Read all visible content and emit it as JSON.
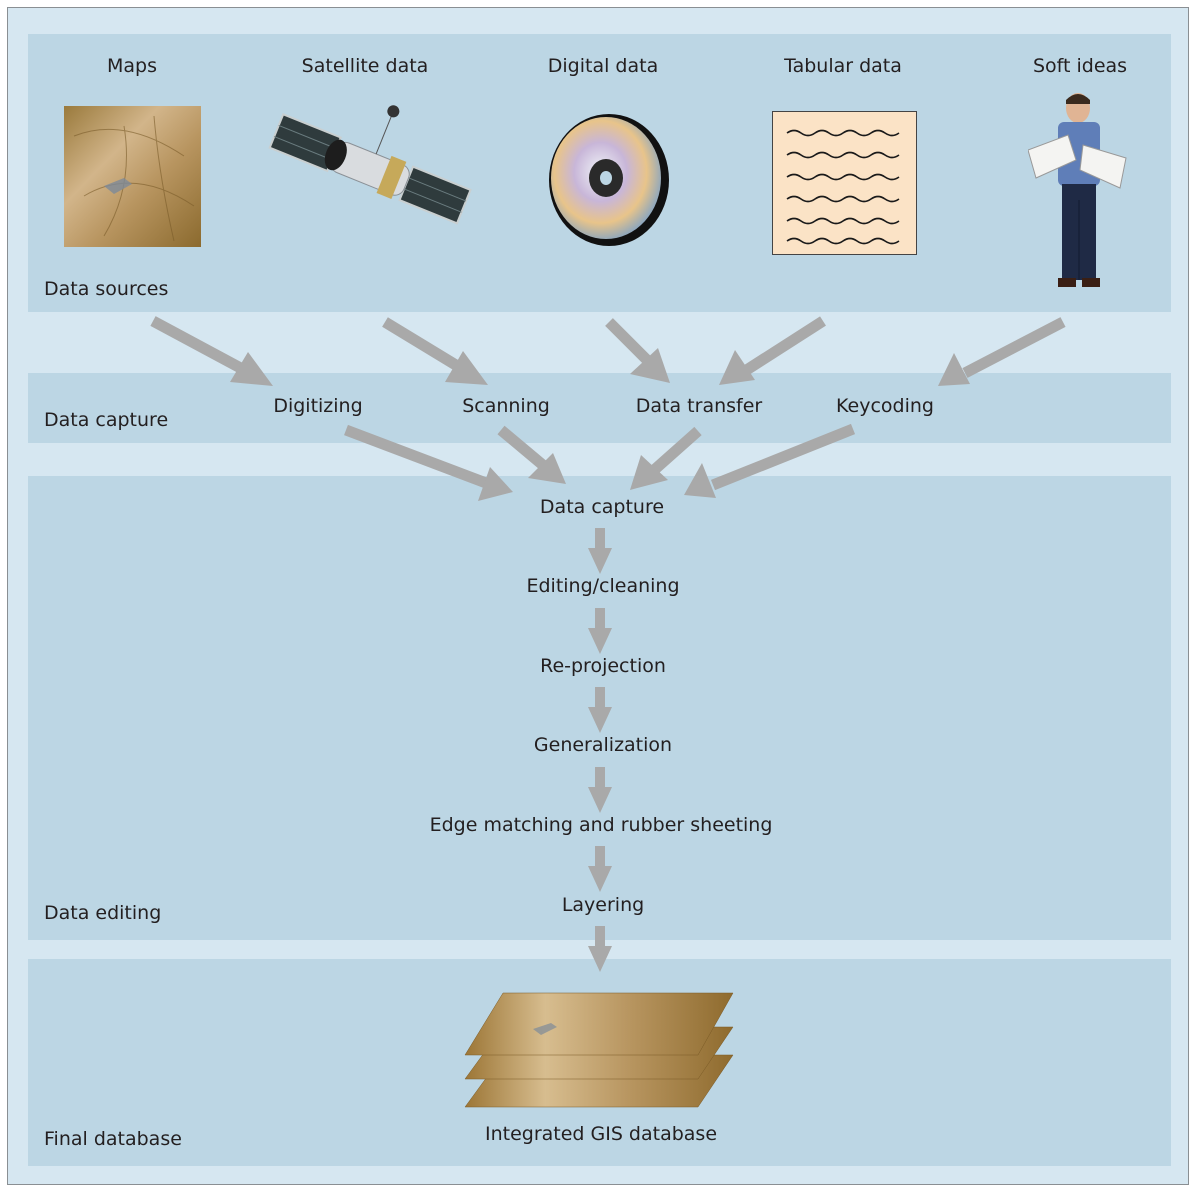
{
  "sources": {
    "label": "Data sources",
    "items": [
      "Maps",
      "Satellite data",
      "Digital data",
      "Tabular data",
      "Soft ideas"
    ]
  },
  "capture": {
    "label": "Data capture",
    "methods": [
      "Digitizing",
      "Scanning",
      "Data transfer",
      "Keycoding"
    ]
  },
  "editing": {
    "label": "Data editing",
    "steps": [
      "Data capture",
      "Editing/cleaning",
      "Re-projection",
      "Generalization",
      "Edge matching and rubber sheeting",
      "Layering"
    ]
  },
  "final": {
    "label": "Final database",
    "caption": "Integrated GIS database"
  },
  "colors": {
    "band": "#bcd6e4",
    "frame": "#d6e7f1",
    "arrow": "#a9a9a9"
  }
}
